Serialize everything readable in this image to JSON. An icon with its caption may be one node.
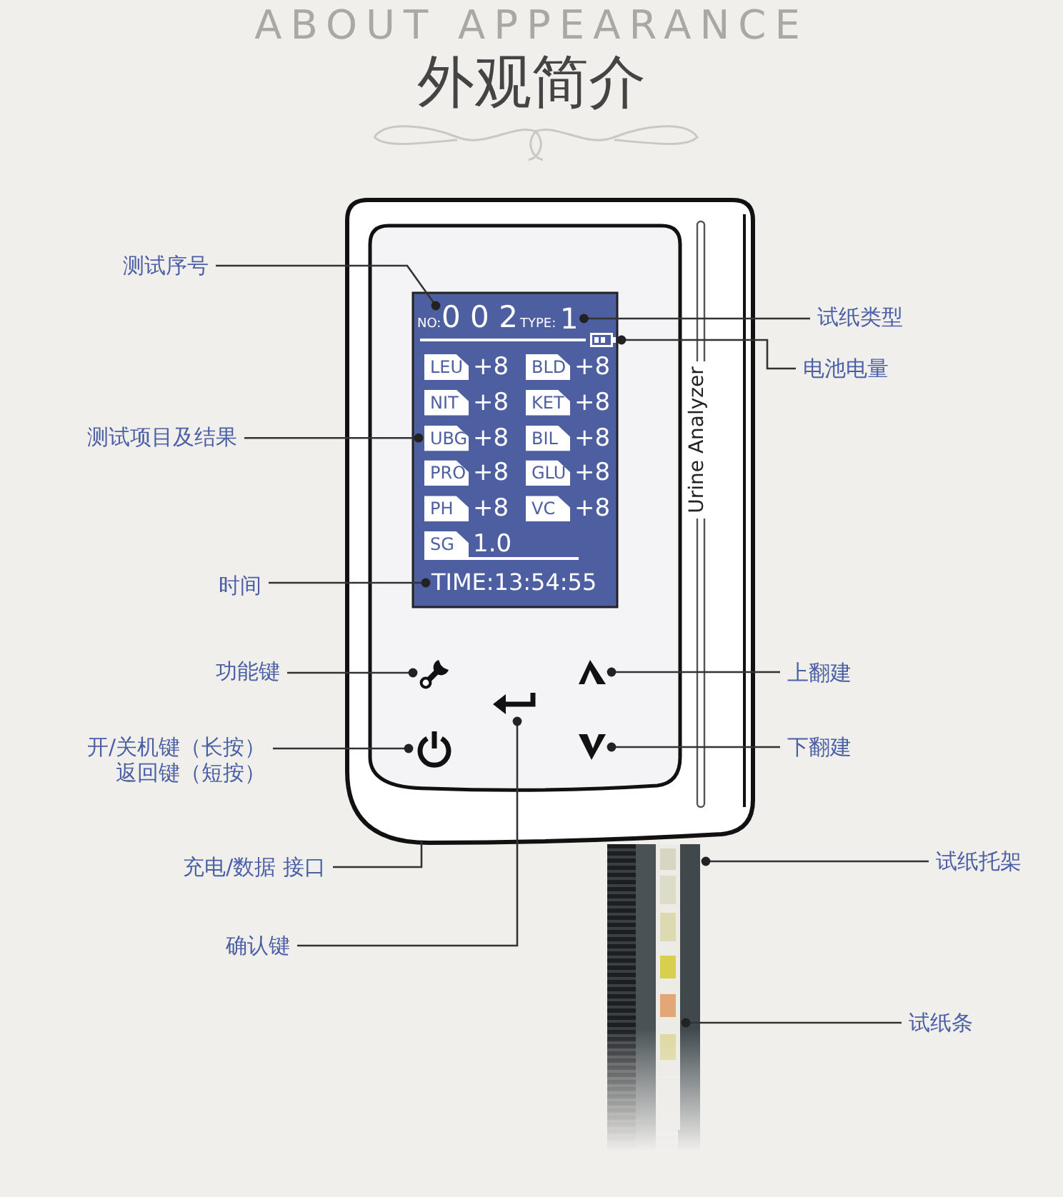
{
  "diagram": {
    "title": "外观简介",
    "nodes": [
      {
        "text": [
          "测试序号"
        ]
      },
      {
        "text": [
          "试纸类型"
        ]
      },
      {
        "text": [
          "电池电量"
        ]
      },
      {
        "text": [
          "测试项目及结果"
        ]
      },
      {
        "text": [
          "时间"
        ]
      },
      {
        "text": [
          "功能键"
        ]
      },
      {
        "text": [
          "上翻建"
        ]
      },
      {
        "text": [
          "开/关机键（长按）返回键（短按）"
        ]
      },
      {
        "text": [
          "下翻建"
        ]
      },
      {
        "text": [
          "充电/数据 接口"
        ]
      },
      {
        "text": [
          "试纸托架"
        ]
      },
      {
        "text": [
          "确认键"
        ]
      },
      {
        "text": [
          "试纸条"
        ]
      },
      {
        "text": [],
        "shape": "picture"
      },
      {
        "text": [],
        "shape": "picture"
      },
      {
        "text": [],
        "shape": "picture"
      },
      {
        "text": [],
        "shape": "picture"
      },
      {
        "text": [],
        "shape": "picture"
      },
      {
        "text": [],
        "shape": "picture"
      },
      {
        "text": [],
        "shape": "bar"
      },
      {
        "text": [],
        "shape": "bar",
        "in": 19
      },
      {
        "text": [
          "0 0 2"
        ]
      },
      {
        "text": [
          "1"
        ]
      },
      {
        "text": [
          "LEU"
        ],
        "beside": [
          "+8"
        ]
      },
      {
        "text": [
          "BLD"
        ],
        "beside": [
          "+8"
        ]
      },
      {
        "text": [
          "NIT"
        ],
        "beside": [
          "+8"
        ]
      },
      {
        "text": [
          "KET"
        ],
        "beside": [
          "+8"
        ]
      },
      {
        "text": [
          "UBG"
        ],
        "beside": [
          "+8"
        ]
      },
      {
        "text": [
          "BIL"
        ],
        "beside": [
          "+8"
        ]
      },
      {
        "text": [
          "PRO"
        ],
        "beside": [
          "+8"
        ]
      },
      {
        "text": [
          "GLU"
        ],
        "beside": [
          "+8"
        ]
      },
      {
        "text": [
          "PH"
        ],
        "beside": [
          "+8"
        ]
      },
      {
        "text": [
          "VC"
        ],
        "beside": [
          "+8"
        ]
      },
      {
        "text": [
          "SG"
        ],
        "beside": [
          "1.0"
        ]
      },
      {
        "text": [
          "TIME:13:54:55"
        ]
      }
    ],
    "edges": [
      {
        "from": 0,
        "to": 21,
        "arrow": "other"
      },
      {
        "from": 1,
        "to": 22,
        "arrow": "other"
      },
      {
        "from": 2,
        "to": 13,
        "arrow": "other"
      },
      {
        "from": 3,
        "to": 27,
        "arrow": "other"
      },
      {
        "from": 4,
        "to": 34,
        "arrow": "other"
      },
      {
        "from": 5,
        "to": 14,
        "arrow": "other"
      },
      {
        "from": 6,
        "to": 15,
        "arrow": "other"
      },
      {
        "from": 7,
        "to": 16,
        "arrow": "other"
      },
      {
        "from": 8,
        "to": 17,
        "arrow": "other"
      },
      {
        "from": 9,
        "to": null,
        "arrow": "none"
      },
      {
        "from": 10,
        "to": 19,
        "arrow": "other"
      },
      {
        "from": 11,
        "to": 18,
        "arrow": "other"
      },
      {
        "from": 12,
        "to": 20,
        "arrow": "other"
      }
    ],
    "labels": [
      "ABOUT APPEARANCE",
      "NO:",
      "TYPE:",
      "Urine Analyzer"
    ]
  }
}
